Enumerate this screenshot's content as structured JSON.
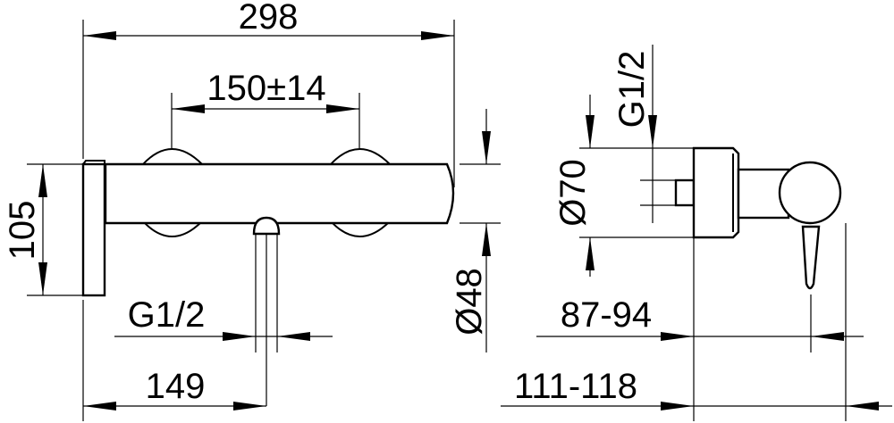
{
  "dimensions": {
    "overall_width": "298",
    "handle_spacing": "150±14",
    "height": "105",
    "inlet_thread_bottom": "G1/2",
    "outlet_offset": "149",
    "body_diameter": "Ø48",
    "inlet_thread_side": "G1/2",
    "flange_diameter": "Ø70",
    "projection_short": "87-94",
    "projection_long": "111-118"
  }
}
